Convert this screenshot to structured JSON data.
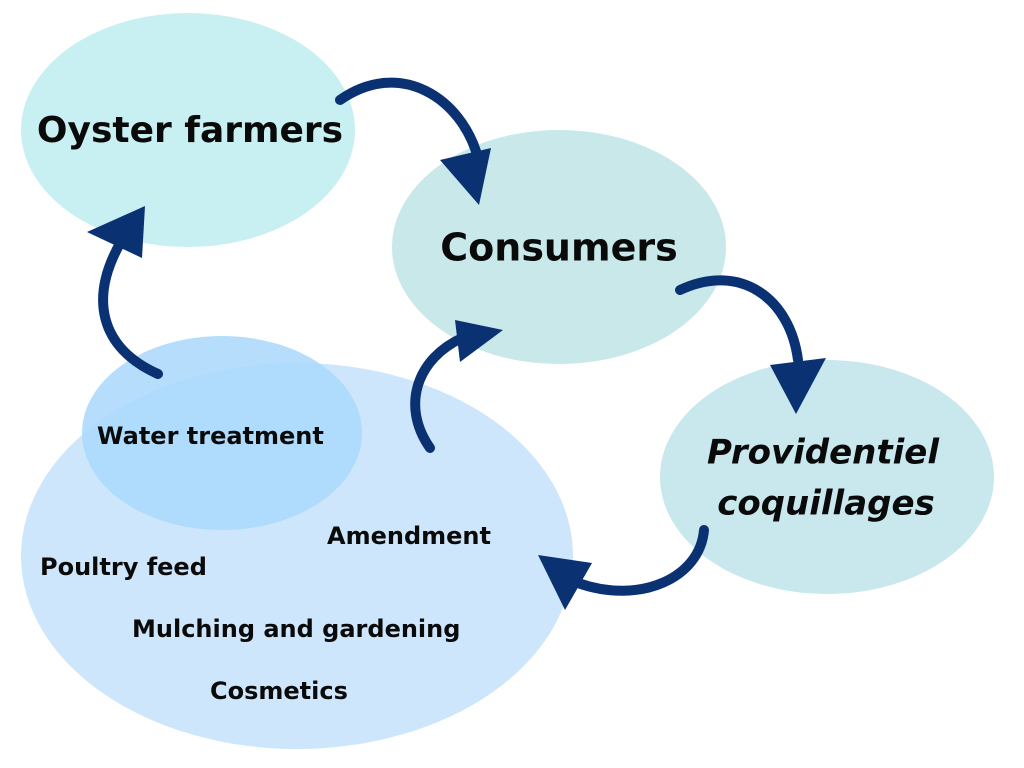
{
  "colors": {
    "arrow": "#0a3272",
    "oyster_farmers_fill": "#c8f0f2",
    "consumers_fill": "#c8e8ea",
    "providentiel_fill": "#c8e8ee",
    "uses_fill": "#cde6fb",
    "water_treatment_fill": "#a9d8fb"
  },
  "nodes": {
    "oyster_farmers": "Oyster farmers",
    "consumers": "Consumers",
    "providentiel_line1": "Providentiel",
    "providentiel_line2": "coquillages"
  },
  "uses": {
    "water_treatment": "Water treatment",
    "amendment": "Amendment",
    "poultry_feed": "Poultry feed",
    "mulching": "Mulching and gardening",
    "cosmetics": "Cosmetics"
  }
}
